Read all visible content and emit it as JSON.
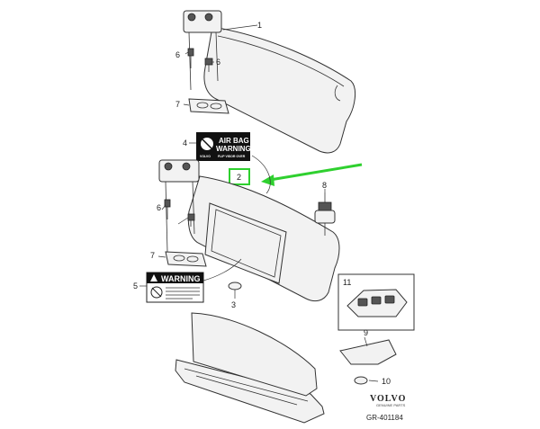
{
  "callouts": {
    "c1": "1",
    "c2": "2",
    "c3": "3",
    "c4": "4",
    "c5": "5",
    "c6a": "6",
    "c6b": "6",
    "c6c": "6",
    "c7a": "7",
    "c7b": "7",
    "c8": "8",
    "c9": "9",
    "c10": "10",
    "c11": "11"
  },
  "labels": {
    "airbag_line1": "AIR BAG",
    "airbag_line2": "WARNING",
    "airbag_small": "FLIP VISOR OVER",
    "airbag_logo": "VOLVO",
    "warning_title": "WARNING"
  },
  "branding": {
    "brand": "VOLVO",
    "brand_sub": "GENUINE PARTS",
    "reference": "GR-401184"
  },
  "colors": {
    "highlight": "#2fd02f",
    "label_bg": "#111111"
  }
}
